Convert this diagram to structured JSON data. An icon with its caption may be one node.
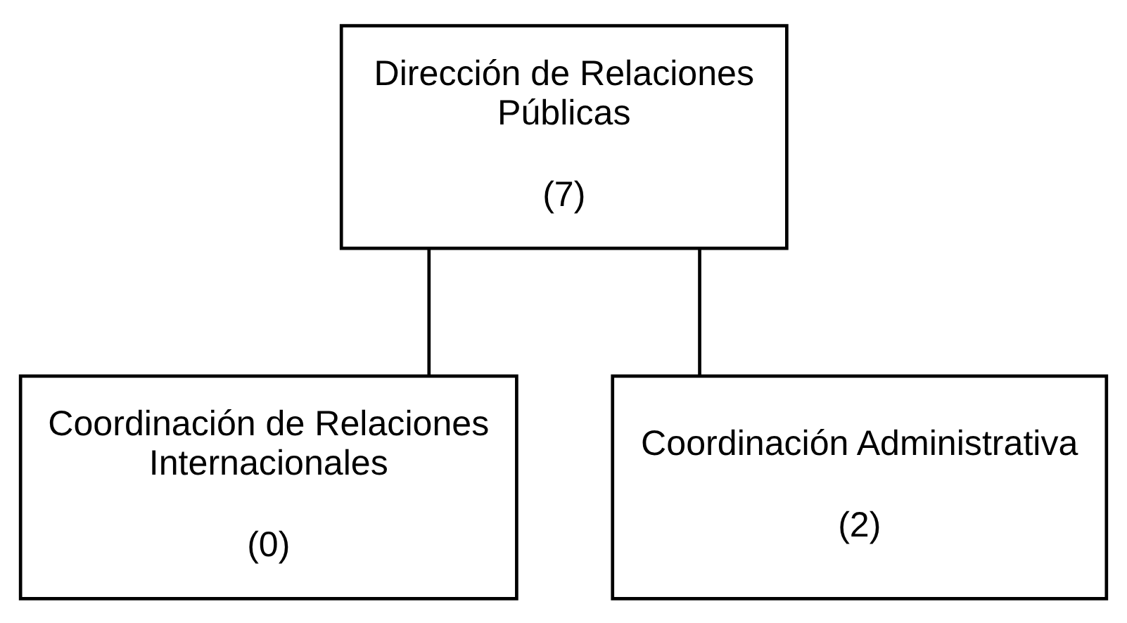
{
  "diagram": {
    "nodes": [
      {
        "text": [
          "Dirección de Relaciones Públicas",
          "(7)"
        ]
      },
      {
        "text": [
          "Coordinación de Relaciones Internacionales",
          "(0)"
        ]
      },
      {
        "text": [
          "Coordinación Administrativa",
          "(2)"
        ]
      }
    ],
    "edges": [
      {
        "from": 0,
        "to": 1,
        "arrow": "none"
      },
      {
        "from": 0,
        "to": 2,
        "arrow": "none"
      }
    ]
  }
}
